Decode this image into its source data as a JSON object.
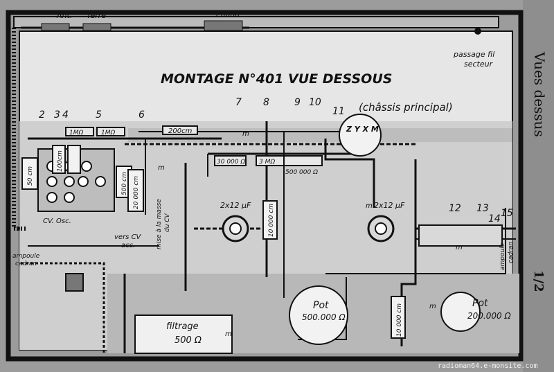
{
  "title": "MONTAGE N°401 VUE DESSOUS",
  "subtitle": "(châssis principal)",
  "side_text": "Vues dessus",
  "page_number": "1/2",
  "watermark": "radioman64.e-monsite.com",
  "top_labels": {
    "ant": "Ant.",
    "terre": "Terre",
    "phono": "Phono"
  },
  "passage_note": [
    "passage fil",
    "secteur"
  ],
  "terminal_numbers": [
    "2",
    "3",
    "4",
    "5",
    "6",
    "7",
    "8",
    "9",
    "10",
    "11",
    "12",
    "13",
    "14",
    "15"
  ],
  "tube_pins": "Z Y X M",
  "resistors": {
    "r_1mo_a": "1MΩ",
    "r_1mo_b": "1MΩ",
    "r_30000": "30 000 Ω",
    "r_3mo": "3 MΩ",
    "r_500000": "500 000 Ω"
  },
  "capacitors": {
    "c_200": "200cm",
    "c_50": "50 cm",
    "c_100": "100cm",
    "c_500": "500 cm",
    "c_20000": "20 000 cm",
    "c_10000_a": "10 000 cm",
    "c_10000_b": "10 000 cm",
    "c_2x12_a": "2x12 μF",
    "c_2x12_b": "2x12 μF"
  },
  "masse_note": [
    "mise à la masse",
    "du CV"
  ],
  "cv_osc": "CV. Osc.",
  "vers_cv": [
    "vers CV",
    "acc."
  ],
  "ampoule_left": [
    "ampoule",
    "cadran"
  ],
  "ampoule_right": [
    "ampoule",
    "cadran"
  ],
  "pot_1": {
    "name": "Pot",
    "value": "500.000 Ω"
  },
  "pot_2": {
    "name": "Pot",
    "value": "200.000 Ω"
  },
  "filtrage": {
    "name": "filtrage",
    "value": "500 Ω"
  },
  "m_labels": [
    "m",
    "m",
    "m",
    "m",
    "m",
    "m",
    "m"
  ],
  "colors": {
    "paper": "#9a9a9a",
    "ink": "#111111",
    "chassis": "#c9c9c9",
    "panel": "#e8e8e8"
  }
}
